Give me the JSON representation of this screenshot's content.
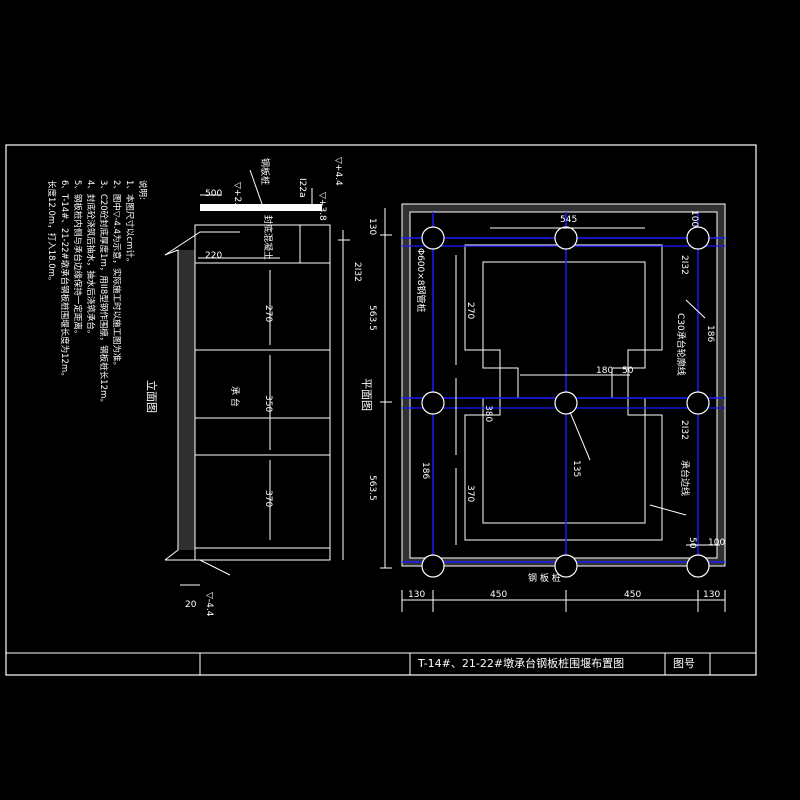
{
  "title_block": {
    "title": "T-14#、21-22#墩承台钢板桩围堰布置图",
    "drawing_no_label": "图号"
  },
  "notes": {
    "heading": "说明:",
    "lines": [
      "1、本图尺寸以cm计。",
      "2、图中▽-4.4为示意，实际施工时以施工图为准。",
      "3、C20砼封底厚度1m，用IⅠ8型钢作围檩，钢板桩长12m。",
      "4、封底砼浇筑后抽水，抽水后浇筑承台。",
      "5、钢板桩内侧与承台边缘保持一定距离。",
      "6、T-14#、21-22#墩承台钢板桩围堰长度为12m。",
      "长度12.0m，打入18.0m。"
    ]
  },
  "elevation": {
    "caption": "立面图",
    "labels": {
      "steel_pile": "钢板桩",
      "cap": "承 台",
      "seal_concrete": "封底混凝土",
      "top_beam": "I22a",
      "brace": "2I32"
    },
    "elev_top": "▽+4.4",
    "elev_2_5": "▽+2.5",
    "elev_3_8": "▽+3.8",
    "elev_bottom": "▽-4.4",
    "dims": {
      "d500": "500",
      "d220": "220",
      "d270": "270",
      "d350": "350",
      "d370": "370",
      "d20": "20",
      "d130": "130",
      "d563_top": "563.5",
      "d563_bot": "563.5"
    }
  },
  "plan": {
    "caption": "平面图",
    "labels": {
      "pile_spec": "Φ600×8钢管桩",
      "cap_edge": "C30承台轮廓线",
      "waler_top": "2I32",
      "waler_mid": "2I32",
      "cap_side": "承台边线",
      "steel_pile_bottom": "钢 板 桩"
    },
    "dims": {
      "d545": "545",
      "d100_top": "100",
      "d270": "270",
      "d180": "180",
      "d50": "50",
      "d380": "380",
      "d370": "370",
      "d135": "135",
      "d186a": "186",
      "d186b": "186",
      "d50b": "50",
      "d100_bot": "100",
      "d130_left": "130",
      "d450_left": "450",
      "d450_right": "450",
      "d130_right": "130"
    }
  },
  "colors": {
    "line": "#ffffff",
    "pile": "#1a1aff",
    "background": "#000000"
  }
}
